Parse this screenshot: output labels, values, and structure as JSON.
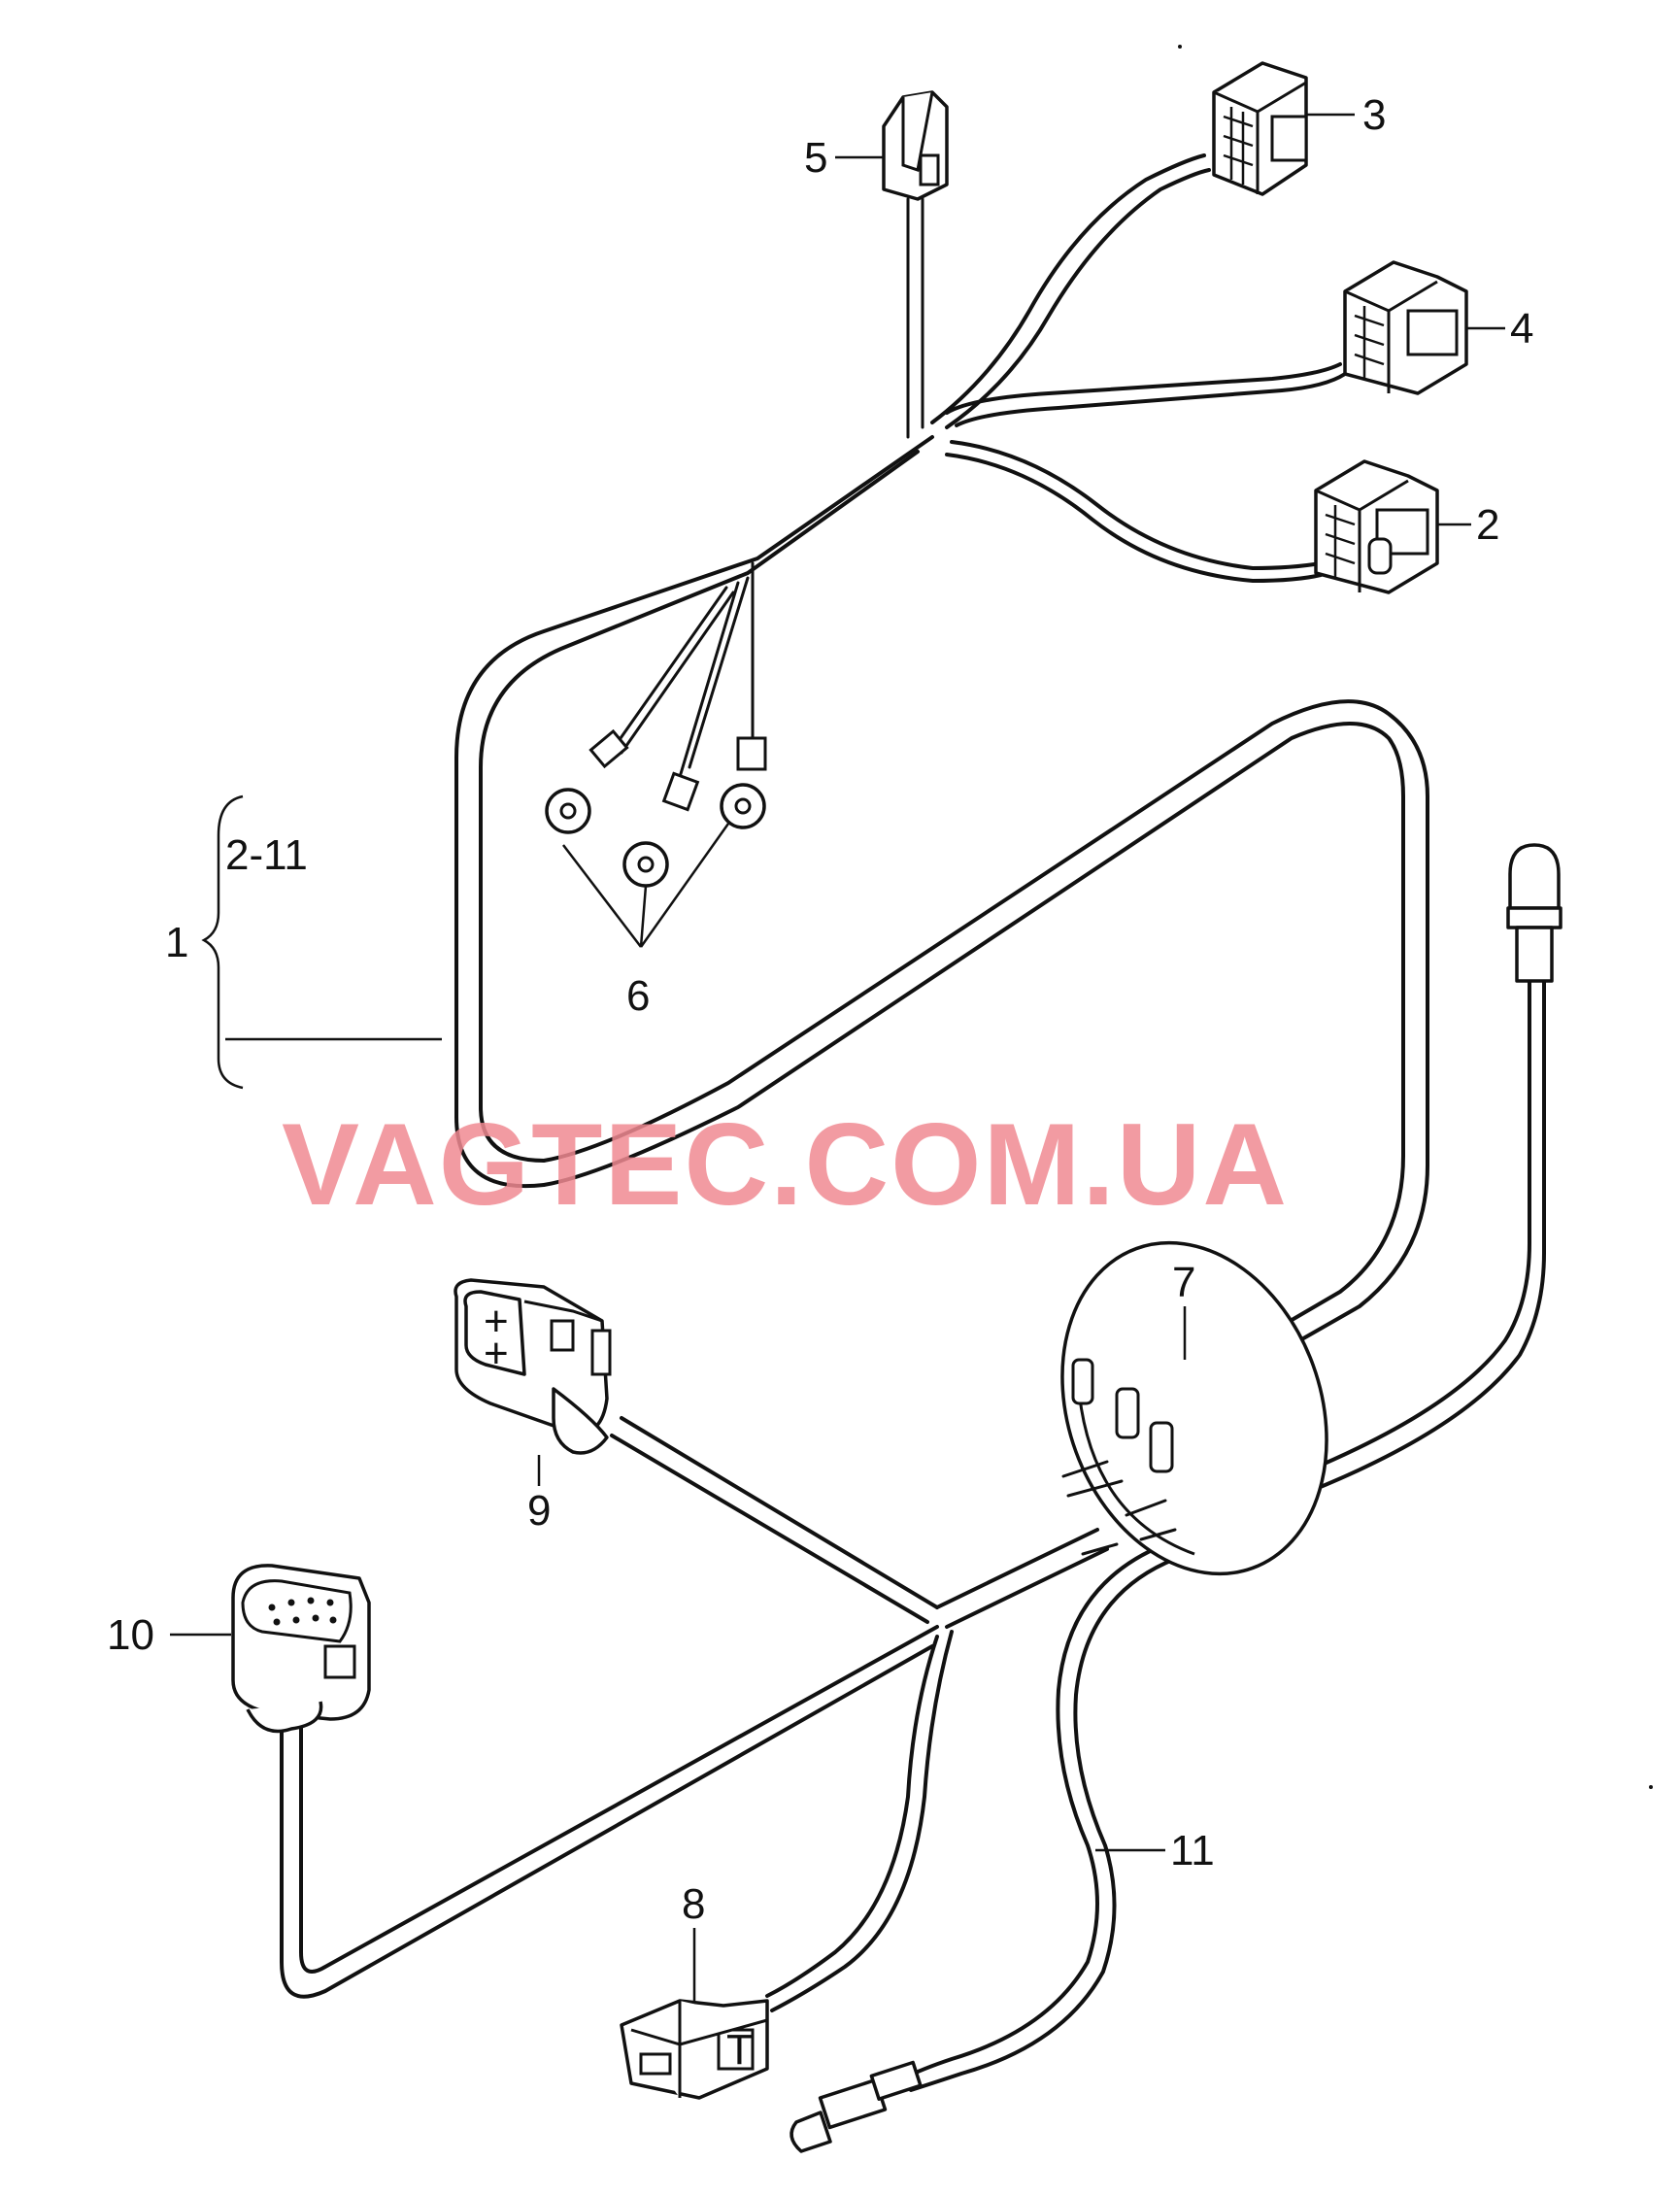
{
  "watermark": {
    "text": "VAGTEC.COM.UA",
    "color": "#f08a92"
  },
  "callouts": {
    "c1": "1",
    "c2_11": "2-11",
    "c2": "2",
    "c3": "3",
    "c4": "4",
    "c5": "5",
    "c6": "6",
    "c7": "7",
    "c8": "8",
    "c9": "9",
    "c10": "10",
    "c11": "11"
  },
  "colors": {
    "line": "#111111",
    "background": "#ffffff"
  }
}
